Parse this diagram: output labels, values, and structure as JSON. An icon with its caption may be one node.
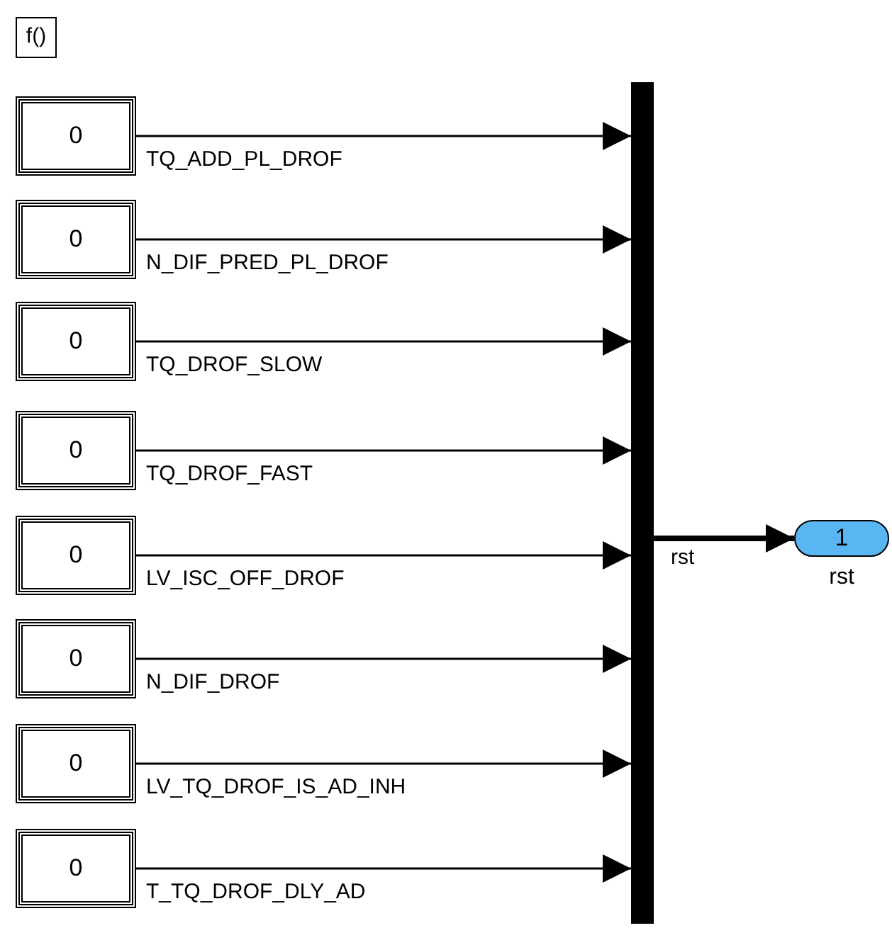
{
  "diagram": {
    "nodes": [
      {
        "text": [
          "f()"
        ]
      },
      {
        "text": [
          "0"
        ]
      },
      {
        "text": [
          "0"
        ]
      },
      {
        "text": [
          "0"
        ]
      },
      {
        "text": [
          "0"
        ]
      },
      {
        "text": [
          "0"
        ]
      },
      {
        "text": [
          "0"
        ]
      },
      {
        "text": [
          "0"
        ]
      },
      {
        "text": [
          "0"
        ]
      },
      {
        "text": [],
        "shape": "bar"
      },
      {
        "text": [
          "1"
        ],
        "beside": [
          "rst"
        ]
      }
    ],
    "edges": [
      {
        "from": 1,
        "to": 9,
        "arrow": "to",
        "label": "TQ_ADD_PL_DROF"
      },
      {
        "from": 2,
        "to": 9,
        "arrow": "to",
        "label": "N_DIF_PRED_PL_DROF"
      },
      {
        "from": 3,
        "to": 9,
        "arrow": "to",
        "label": "TQ_DROF_SLOW"
      },
      {
        "from": 4,
        "to": 9,
        "arrow": "to",
        "label": "TQ_DROF_FAST"
      },
      {
        "from": 5,
        "to": 9,
        "arrow": "to",
        "label": "LV_ISC_OFF_DROF"
      },
      {
        "from": 6,
        "to": 9,
        "arrow": "to",
        "label": "N_DIF_DROF"
      },
      {
        "from": 7,
        "to": 9,
        "arrow": "to",
        "label": "LV_TQ_DROF_IS_AD_INH"
      },
      {
        "from": 8,
        "to": 9,
        "arrow": "to",
        "label": "T_TQ_DROF_DLY_AD"
      },
      {
        "from": 9,
        "to": 10,
        "arrow": "to",
        "label": "rst",
        "style": "thick"
      }
    ]
  }
}
